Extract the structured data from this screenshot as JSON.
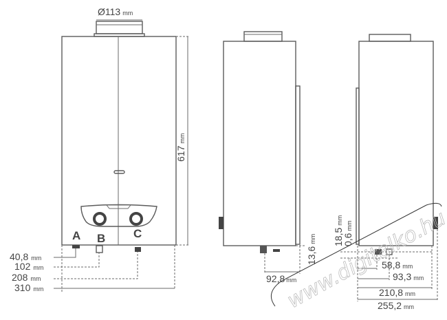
{
  "diagram": {
    "flue_diameter": {
      "value": "Ø113",
      "unit": "mm"
    },
    "height": {
      "value": "617",
      "unit": "mm"
    },
    "connection_labels": [
      "A",
      "B",
      "C"
    ],
    "front_offsets": [
      {
        "value": "40,8",
        "unit": "mm"
      },
      {
        "value": "102",
        "unit": "mm"
      },
      {
        "value": "208",
        "unit": "mm"
      },
      {
        "value": "310",
        "unit": "mm"
      }
    ],
    "side_view": {
      "depth_offset": {
        "value": "13,6",
        "unit": "mm"
      },
      "connector_depth": {
        "value": "92,8",
        "unit": "mm"
      }
    },
    "rear_view": {
      "offset_a": {
        "value": "18,5",
        "unit": "mm"
      },
      "offset_b": {
        "value": "0,6",
        "unit": "mm"
      },
      "dims": [
        {
          "value": "58,8",
          "unit": "mm"
        },
        {
          "value": "93,3",
          "unit": "mm"
        },
        {
          "value": "210,8",
          "unit": "mm"
        },
        {
          "value": "255,2",
          "unit": "mm"
        }
      ]
    },
    "watermark": "www.digitalko.hu"
  }
}
